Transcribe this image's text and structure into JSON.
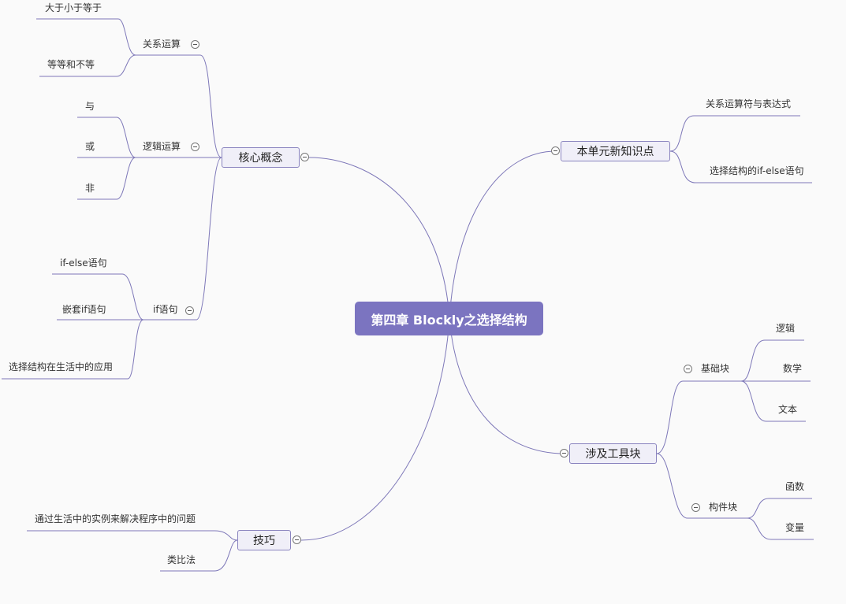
{
  "root": "第四章 Blockly之选择结构",
  "core": {
    "label": "核心概念",
    "relational": {
      "label": "关系运算",
      "items": [
        "大于小于等于",
        "等等和不等"
      ]
    },
    "logical": {
      "label": "逻辑运算",
      "items": [
        "与",
        "或",
        "非"
      ]
    },
    "if_stmt": {
      "label": "if语句",
      "items": [
        "if-else语句",
        "嵌套if语句",
        "选择结构在生活中的应用"
      ]
    }
  },
  "new_points": {
    "label": "本单元新知识点",
    "items": [
      "关系运算符与表达式",
      "选择结构的if-else语句"
    ]
  },
  "tools": {
    "label": "涉及工具块",
    "basic": {
      "label": "基础块",
      "items": [
        "逻辑",
        "数学",
        "文本"
      ]
    },
    "build": {
      "label": "构件块",
      "items": [
        "函数",
        "变量"
      ]
    }
  },
  "tips": {
    "label": "技巧",
    "items": [
      "通过生活中的实例来解决程序中的问题",
      "类比法"
    ]
  }
}
